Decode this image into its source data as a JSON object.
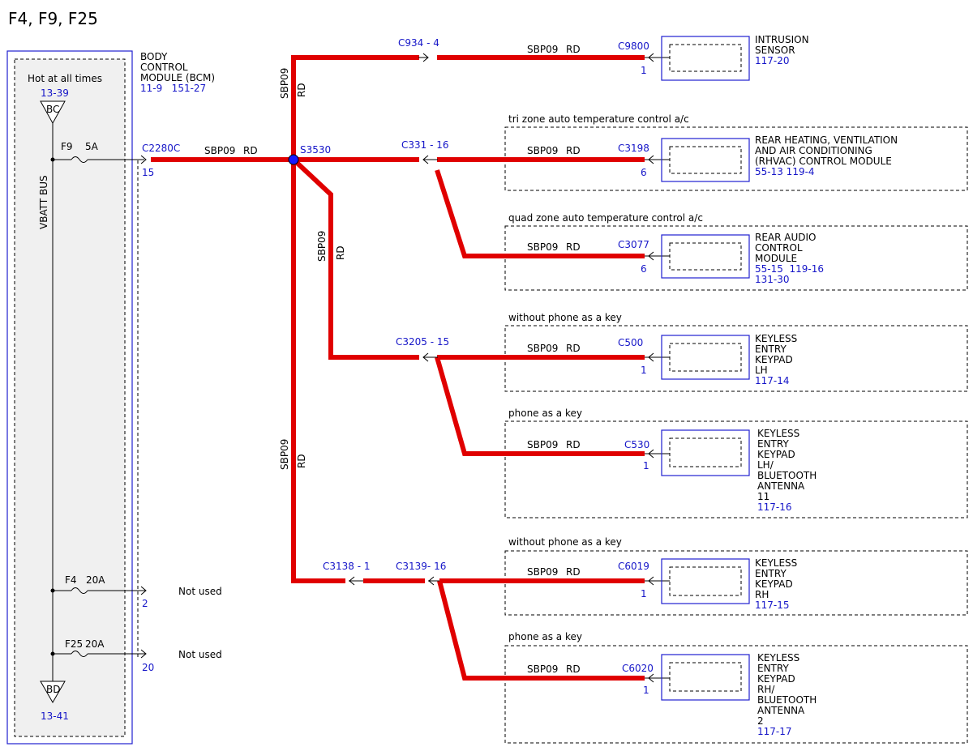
{
  "title": "F4, F9, F25",
  "bcm": {
    "name_lines": [
      "BODY",
      "CONTROL",
      "MODULE (BCM)"
    ],
    "refs": "11-9   151-27",
    "hot_label": "Hot at all times",
    "hot_ref": "13-39",
    "top_tag": "BC",
    "bottom_tag": "BD",
    "bottom_ref": "13-41",
    "bus_label": "VBATT BUS"
  },
  "fuses": {
    "f9": {
      "name": "F9",
      "rating": "5A",
      "connector": "C2280C",
      "pin": "15"
    },
    "f4": {
      "name": "F4",
      "rating": "20A",
      "pin": "2",
      "note": "Not used"
    },
    "f25": {
      "name": "F25",
      "rating": "20A",
      "pin": "20",
      "note": "Not used"
    }
  },
  "wire": {
    "circuit": "SBP09",
    "color": "RD"
  },
  "splice": "S3530",
  "inline": {
    "c934": "C934 - 4",
    "c331": "C331 - 16",
    "c3205": "C3205 - 15",
    "c3138": "C3138 - 1",
    "c3139": "C3139- 16"
  },
  "options": {
    "tri": "tri zone auto temperature control a/c",
    "quad": "quad zone auto temperature control a/c",
    "no_pak1": "without phone as a key",
    "pak1": "phone as a key",
    "no_pak2": "without phone as a key",
    "pak2": "phone as a key"
  },
  "modules": {
    "intrusion": {
      "connector": "C9800",
      "pin": "1",
      "lines": [
        "INTRUSION",
        "SENSOR"
      ],
      "refs": "117-20"
    },
    "rhvac": {
      "connector": "C3198",
      "pin": "6",
      "lines": [
        "REAR HEATING, VENTILATION",
        "AND AIR CONDITIONING",
        "(RHVAC) CONTROL MODULE"
      ],
      "refs": "55-13 119-4"
    },
    "audio": {
      "connector": "C3077",
      "pin": "6",
      "lines": [
        "REAR AUDIO",
        "CONTROL",
        "MODULE"
      ],
      "refs1": "55-15  119-16",
      "refs2": "131-30"
    },
    "kelh": {
      "connector": "C500",
      "pin": "1",
      "lines": [
        "KEYLESS",
        "ENTRY",
        "KEYPAD",
        "LH"
      ],
      "refs": "117-14"
    },
    "kelh_bt": {
      "connector": "C530",
      "pin": "1",
      "lines": [
        "KEYLESS",
        "ENTRY",
        "KEYPAD",
        "LH/",
        "BLUETOOTH",
        "ANTENNA",
        "11"
      ],
      "refs": "117-16"
    },
    "kerh": {
      "connector": "C6019",
      "pin": "1",
      "lines": [
        "KEYLESS",
        "ENTRY",
        "KEYPAD",
        "RH"
      ],
      "refs": "117-15"
    },
    "kerh_bt": {
      "connector": "C6020",
      "pin": "1",
      "lines": [
        "KEYLESS",
        "ENTRY",
        "KEYPAD",
        "RH/",
        "BLUETOOTH",
        "ANTENNA",
        "2"
      ],
      "refs": "117-17"
    }
  },
  "colors": {
    "wire": "#e00000",
    "ref_blue": "#1515c8",
    "module_border": "#2020d0",
    "splice": "#1a1aff"
  }
}
